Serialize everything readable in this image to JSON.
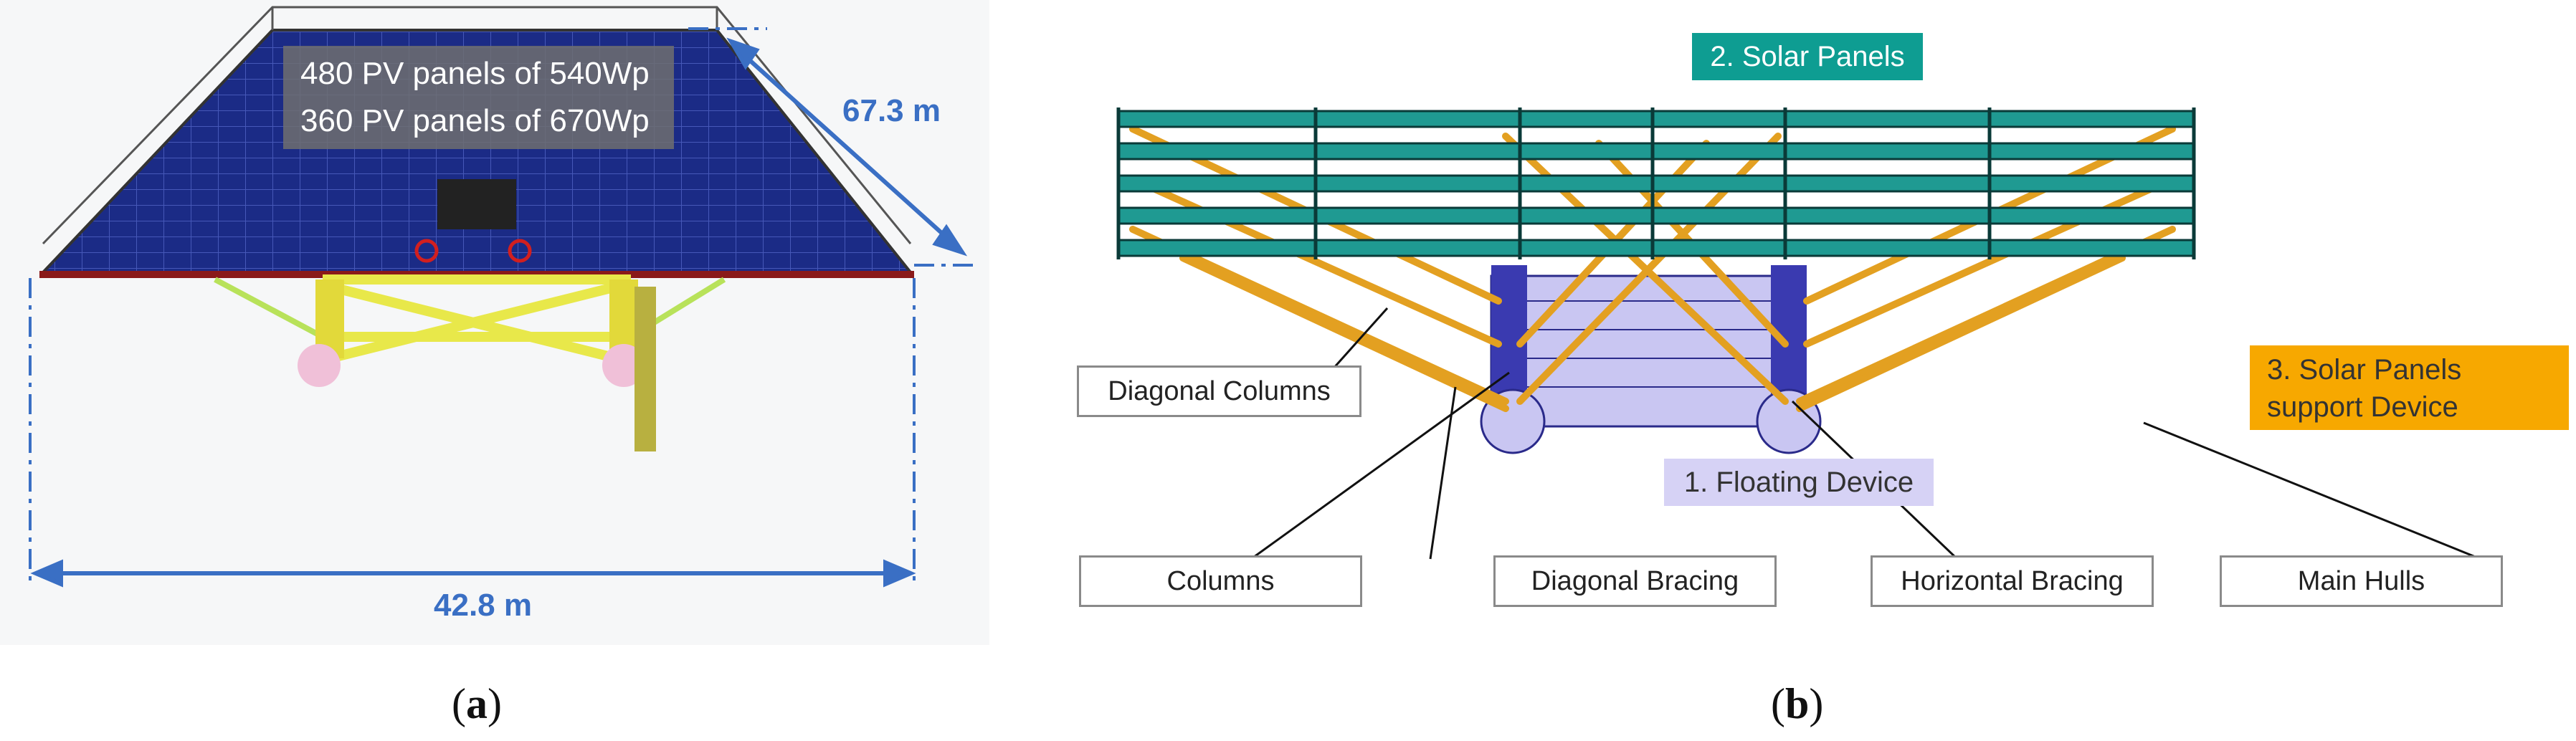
{
  "panel_a": {
    "overlay_line1": "480 PV panels of 540Wp",
    "overlay_line2": "360 PV panels of 670Wp",
    "dim_length": "67.3 m",
    "dim_width": "42.8 m",
    "caption_letter": "a"
  },
  "panel_b": {
    "tag_solar_panels": "2. Solar Panels",
    "tag_floating_device": "1. Floating Device",
    "tag_support_line1": "3. Solar Panels",
    "tag_support_line2": "support Device",
    "label_diagonal_columns": "Diagonal Columns",
    "label_columns": "Columns",
    "label_diagonal_bracing": "Diagonal Bracing",
    "label_horizontal_bracing": "Horizontal Bracing",
    "label_main_hulls": "Main Hulls",
    "caption_letter": "b"
  },
  "colors": {
    "panel_teal": "#1f9a92",
    "bracing_orange": "#e3a021",
    "hull_lavender": "#c9c6f2",
    "dimension_blue": "#3a6fc4",
    "deck_navy": "#1a2a80"
  }
}
